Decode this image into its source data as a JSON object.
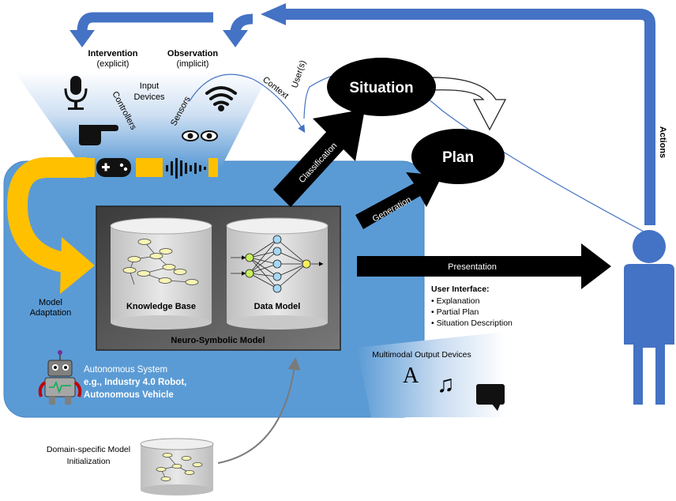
{
  "input": {
    "intervention_title": "Intervention",
    "intervention_sub": "(explicit)",
    "observation_title": "Observation",
    "observation_sub": "(implicit)",
    "input_devices_1": "Input",
    "input_devices_2": "Devices",
    "controllers": "Controllers",
    "sensors": "Sensors"
  },
  "labels": {
    "context": "Context",
    "users": "User(s)",
    "classification": "Classification",
    "generation": "Generation",
    "presentation": "Presentation",
    "actions": "Actions",
    "model_adaptation_1": "Model",
    "model_adaptation_2": "Adaptation"
  },
  "nodes": {
    "situation": "Situation",
    "plan": "Plan"
  },
  "model": {
    "knowledge_base": "Knowledge Base",
    "data_model": "Data Model",
    "neuro_symbolic": "Neuro-Symbolic Model"
  },
  "ui": {
    "title": "User Interface:",
    "items": [
      "Explanation",
      "Partial Plan",
      "Situation Description"
    ]
  },
  "system": {
    "title": "Autonomous System",
    "sub1": "e.g., Industry 4.0 Robot,",
    "sub2": "Autonomous Vehicle"
  },
  "output": {
    "title": "Multimodal Output Devices",
    "letter": "A",
    "note": "♫"
  },
  "domain": {
    "line1": "Domain-specific Model",
    "line2": "Initialization"
  },
  "colors": {
    "blue": "#4472C4",
    "panel": "#5B9BD5",
    "gold": "#FFC000",
    "black": "#000000"
  }
}
